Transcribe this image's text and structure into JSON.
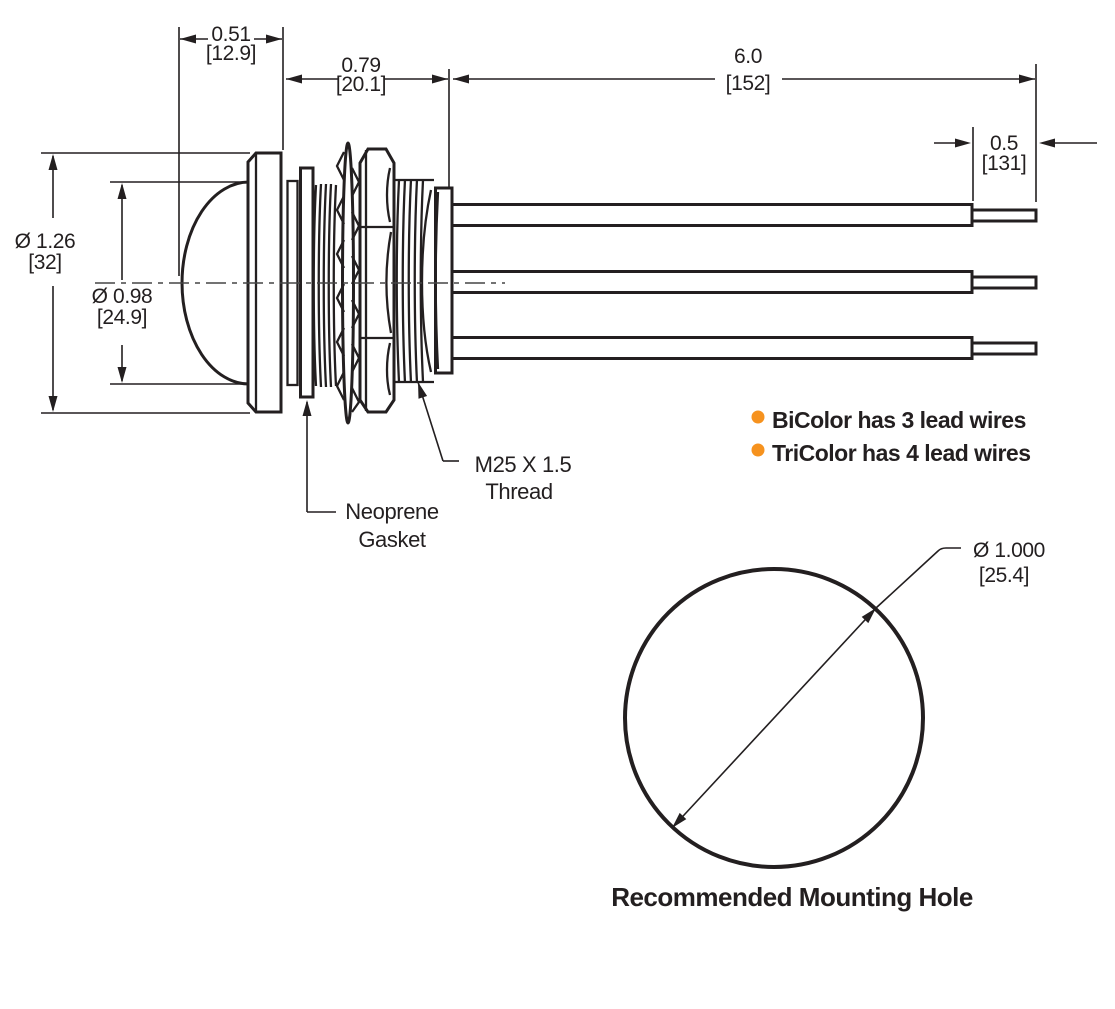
{
  "diagram": {
    "ink_color": "#231F20",
    "accent_orange": "#F6921E",
    "dimensions": {
      "bezel_depth_in": "0.51",
      "bezel_depth_mm": "[12.9]",
      "thread_length_in": "0.79",
      "thread_length_mm": "[20.1]",
      "lead_length_in": "6.0",
      "lead_length_mm": "[152]",
      "strip_length_in": "0.5",
      "strip_length_mm": "[131]",
      "bezel_dia_in": "Ø 1.26",
      "bezel_dia_mm": "[32]",
      "lens_dia_in": "Ø 0.98",
      "lens_dia_mm": "[24.9]",
      "hole_dia_in": "Ø 1.000",
      "hole_dia_mm": "[25.4]"
    },
    "labels": {
      "thread_spec": "M25 X 1.5",
      "thread_word": "Thread",
      "gasket_material": "Neoprene",
      "gasket_word": "Gasket",
      "mounting_hole_caption": "Recommended Mounting Hole"
    },
    "notes": [
      "BiColor has 3 lead wires",
      "TriColor has 4 lead wires"
    ]
  }
}
